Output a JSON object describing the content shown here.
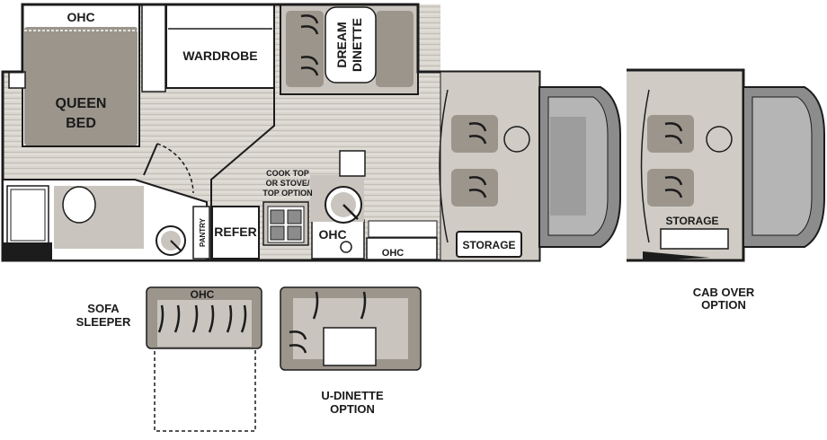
{
  "main_plan": {
    "ohc_top": "OHC",
    "queen_bed": [
      "QUEEN",
      "BED"
    ],
    "wardrobe": "WARDROBE",
    "dream_dinette": [
      "DREAM",
      "DINETTE"
    ],
    "cook_top": [
      "COOK TOP",
      "OR STOVE/",
      "TOP OPTION"
    ],
    "pantry": "PANTRY",
    "refer": "REFER",
    "ohc_kitchen": "OHC",
    "ohc_bottom": "OHC",
    "storage": "STORAGE"
  },
  "cab_over": {
    "storage": "STORAGE",
    "caption": [
      "CAB OVER",
      "OPTION"
    ]
  },
  "sofa_option": {
    "caption": [
      "SOFA",
      "SLEEPER"
    ],
    "ohc": "OHC"
  },
  "u_dinette": {
    "caption": [
      "U-DINETTE",
      "OPTION"
    ]
  },
  "colors": {
    "wall": "#1c1c1c",
    "furniture": "#9b958c",
    "floor": "#c9c4bd",
    "cab": "#8c8c8c",
    "white": "#ffffff"
  }
}
